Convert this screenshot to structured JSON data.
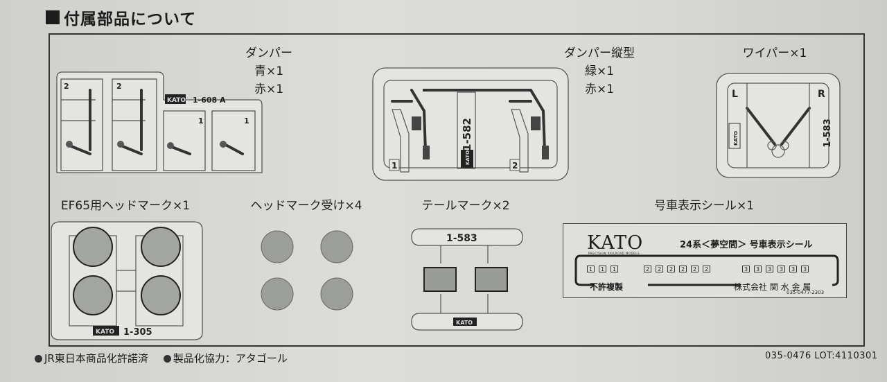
{
  "heading": "付属部品について",
  "parts": {
    "damper": {
      "name": "ダンパー",
      "line1": "青×1",
      "line2": "赤×1",
      "part_no": "1-608 A",
      "tag_a": "2",
      "tag_b": "2",
      "tag_c": "1",
      "tag_d": "1",
      "logo": "KATO"
    },
    "damper_vertical": {
      "name": "ダンパー縦型",
      "line1": "緑×1",
      "line2": "赤×1",
      "part_no": "1-582",
      "tag_a": "1",
      "tag_b": "2",
      "logo": "KATO"
    },
    "wiper": {
      "name": "ワイパー×1",
      "part_no": "1-583",
      "left": "L",
      "right": "R",
      "logo": "KATO"
    },
    "headmark": {
      "name": "EF65用ヘッドマーク×1",
      "part_no": "1-305",
      "logo": "KATO"
    },
    "headmark_holder": {
      "name": "ヘッドマーク受け×4"
    },
    "tail_mark": {
      "name": "テールマーク×2",
      "part_no": "1-583",
      "logo": "KATO"
    },
    "car_number_seal": {
      "name": "号車表示シール×1",
      "logo": "KATO",
      "logo_sub": "PRECISION RAILROAD MODELS",
      "title": "24系＜夢空間＞ 号車表示シール",
      "numbers_1": [
        "1",
        "1",
        "1"
      ],
      "numbers_2": [
        "2",
        "2",
        "2",
        "2",
        "2",
        "2"
      ],
      "numbers_3": [
        "3",
        "3",
        "3",
        "3",
        "3",
        "3"
      ],
      "copy_notice": "不許複製",
      "maker": "株式会社 関 水 金 属",
      "code": "035-0477-2303"
    }
  },
  "footer": {
    "license": "JR東日本商品化許諾済",
    "cooperation": "製品化協力：アタゴール",
    "product_code": "035-0476 LOT:4110301"
  }
}
